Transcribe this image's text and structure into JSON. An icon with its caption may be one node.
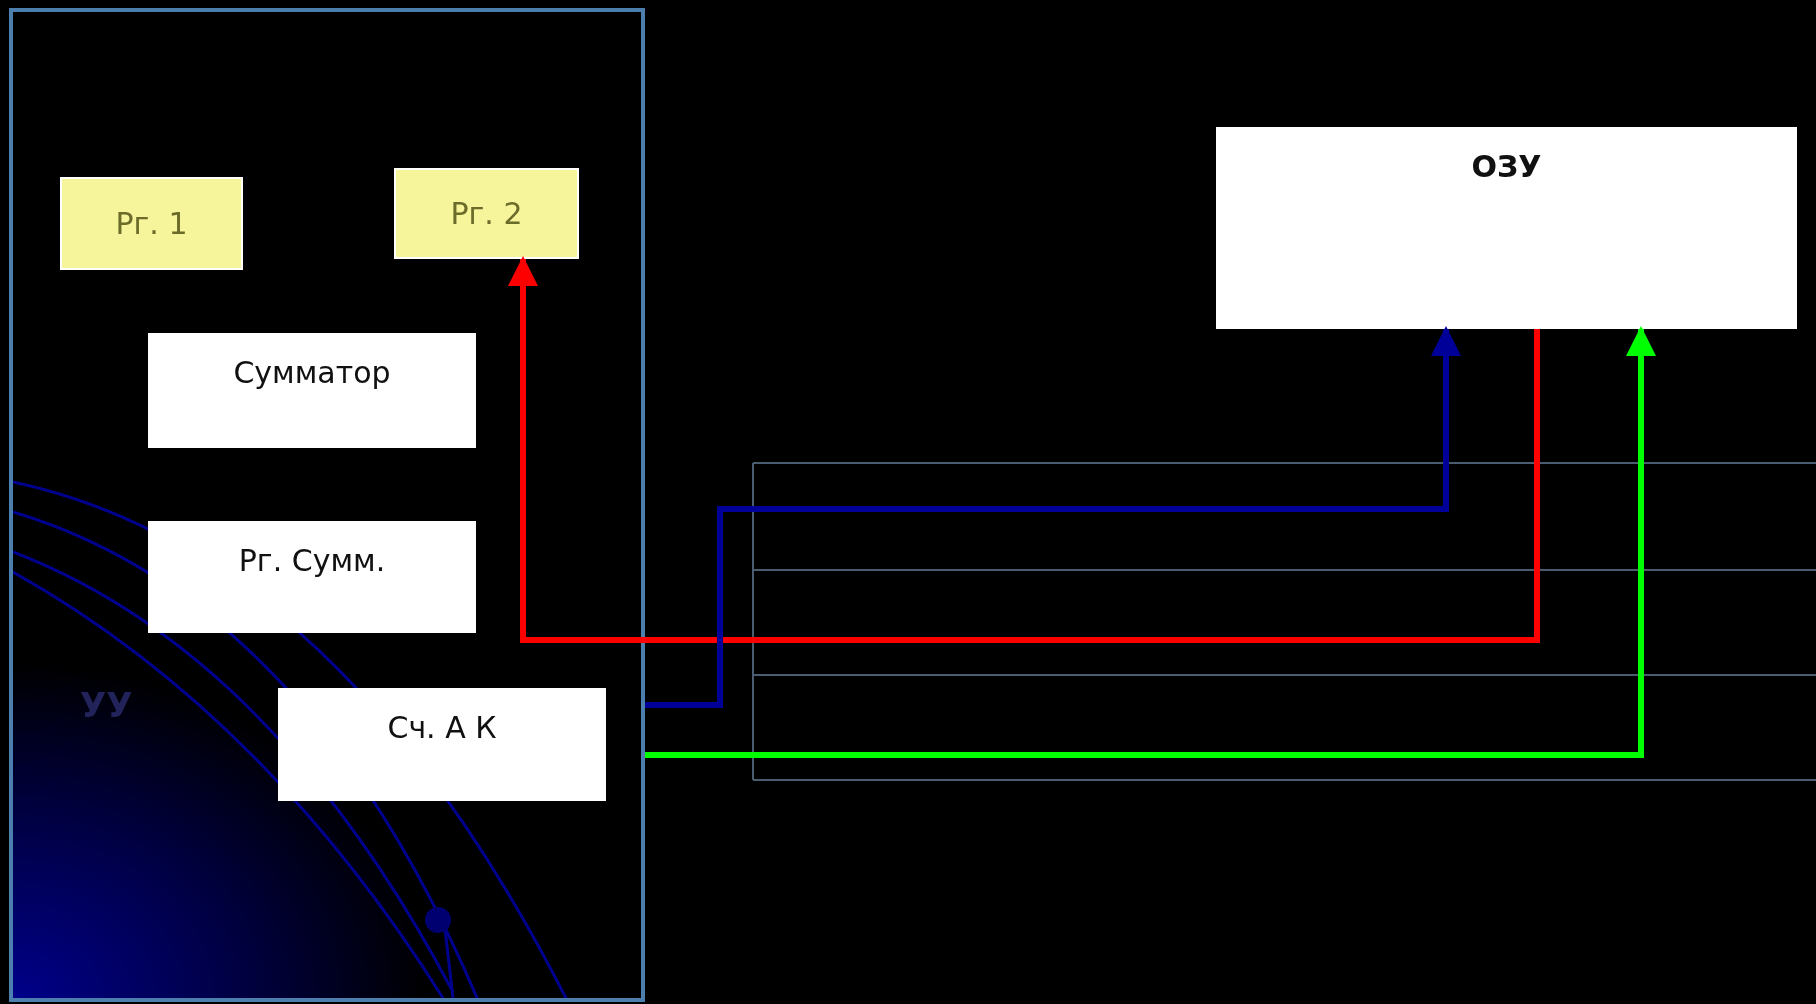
{
  "diagram": {
    "nodes": [
      {
        "text": [],
        "shape": "box"
      },
      {
        "text": [
          "Рг. 1"
        ],
        "in": 0
      },
      {
        "text": [
          "Рг. 2"
        ],
        "in": 0
      },
      {
        "text": [
          "Сумматор"
        ],
        "in": 0
      },
      {
        "text": [
          "Рг. Сумм."
        ],
        "in": 0
      },
      {
        "text": [
          "Сч. А К"
        ],
        "in": 0
      },
      {
        "text": [
          "ОЗУ"
        ]
      }
    ],
    "edges": [
      {
        "from": 6,
        "to": 2,
        "arrow": "to",
        "color": "#ff0000"
      },
      {
        "from": 0,
        "to": 6,
        "arrow": "to",
        "color": "#000099"
      },
      {
        "from": 0,
        "to": 6,
        "arrow": "to",
        "color": "#00ff00"
      }
    ],
    "labels": [
      "УУ"
    ]
  }
}
